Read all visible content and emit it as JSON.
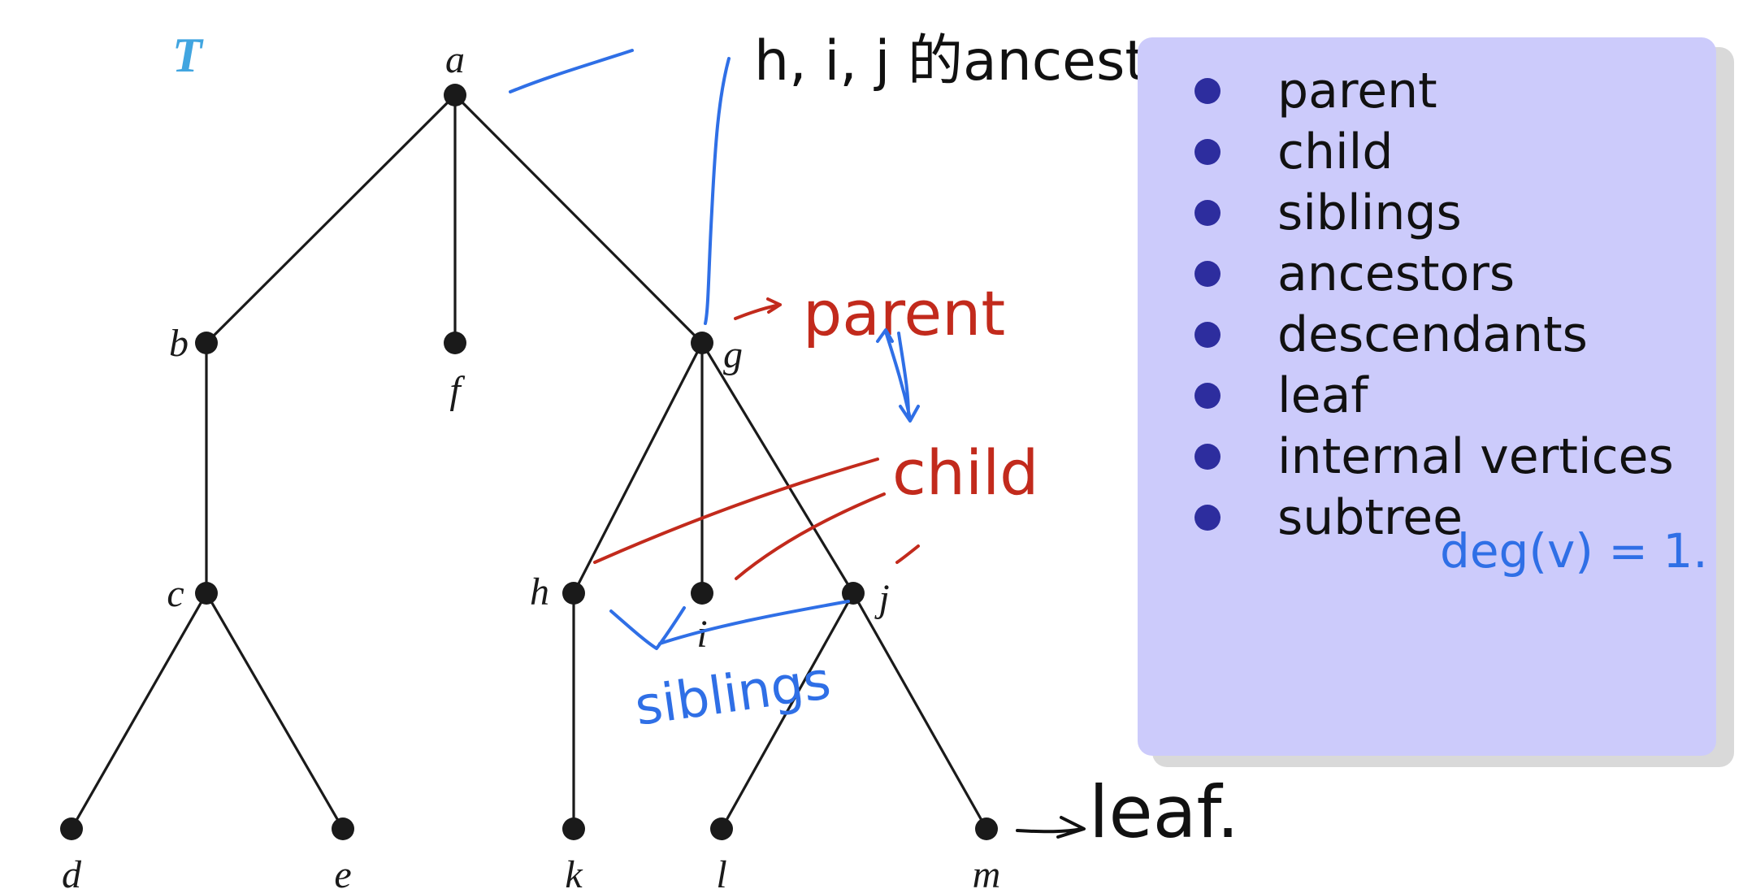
{
  "tree": {
    "title": "T",
    "nodes": [
      {
        "id": "a",
        "label": "a"
      },
      {
        "id": "b",
        "label": "b"
      },
      {
        "id": "f",
        "label": "f"
      },
      {
        "id": "g",
        "label": "g"
      },
      {
        "id": "c",
        "label": "c"
      },
      {
        "id": "h",
        "label": "h"
      },
      {
        "id": "i",
        "label": "i"
      },
      {
        "id": "j",
        "label": "j"
      },
      {
        "id": "d",
        "label": "d"
      },
      {
        "id": "e",
        "label": "e"
      },
      {
        "id": "k",
        "label": "k"
      },
      {
        "id": "l",
        "label": "l"
      },
      {
        "id": "m",
        "label": "m"
      }
    ],
    "edges": [
      [
        "a",
        "b"
      ],
      [
        "a",
        "f"
      ],
      [
        "a",
        "g"
      ],
      [
        "b",
        "c"
      ],
      [
        "c",
        "d"
      ],
      [
        "c",
        "e"
      ],
      [
        "g",
        "h"
      ],
      [
        "g",
        "i"
      ],
      [
        "g",
        "j"
      ],
      [
        "h",
        "k"
      ],
      [
        "j",
        "l"
      ],
      [
        "j",
        "m"
      ]
    ]
  },
  "annotations": {
    "ancestors_note": "h, i, j 的ancestors",
    "parent": "parent",
    "child": "child",
    "siblings": "siblings",
    "leaf": "leaf.",
    "degree": "deg(v) = 1."
  },
  "panel": {
    "terms": [
      "parent",
      "child",
      "siblings",
      "ancestors",
      "descendants",
      "leaf",
      "internal vertices",
      "subtree"
    ]
  }
}
